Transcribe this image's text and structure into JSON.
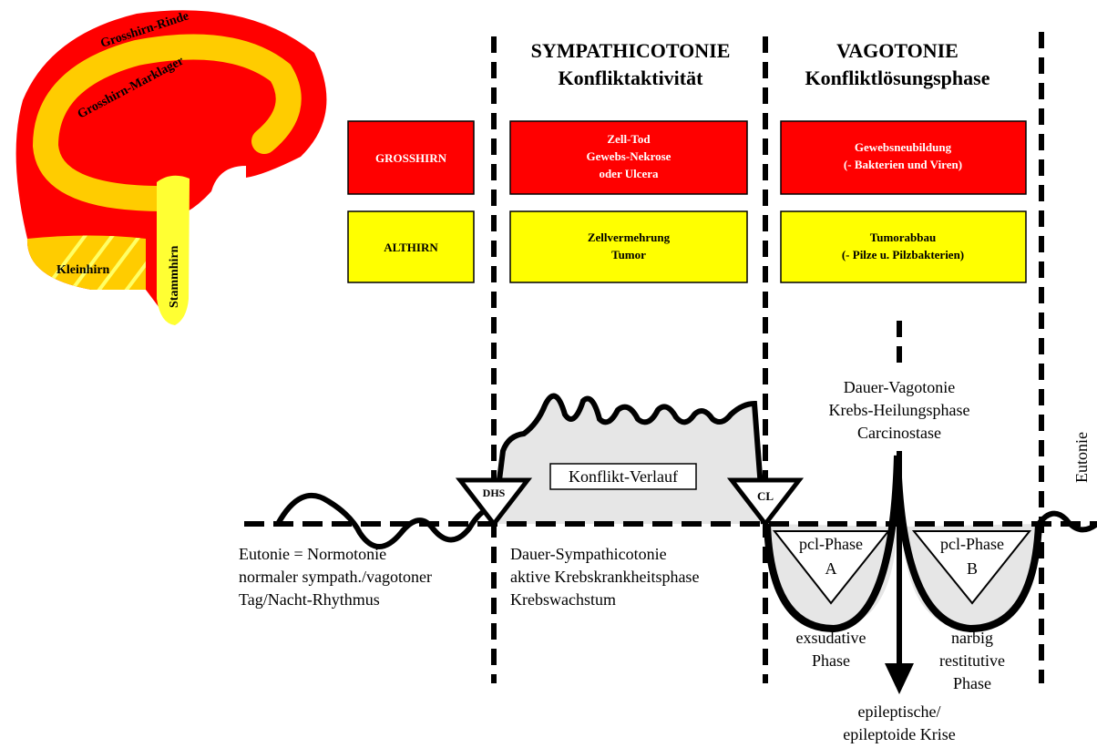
{
  "brain": {
    "label_cortex": "Grosshirn-Rinde",
    "label_medulla": "Grosshirn-Marklager",
    "label_cerebellum": "Kleinhirn",
    "label_brainstem": "Stammhirn",
    "colors": {
      "cortex": "#ff0000",
      "medulla": "#ffcc00",
      "brainstem": "#ffff33",
      "cerebellum": "#ffcc00"
    }
  },
  "headers": {
    "sympathicotonia_title": "SYMPATHICOTONIE",
    "sympathicotonia_sub": "Konfliktaktivität",
    "vagotonia_title": "VAGOTONIE",
    "vagotonia_sub": "Konfliktlösungsphase"
  },
  "rows": {
    "grosshirn": {
      "label": "GROSSHIRN",
      "col1": [
        "Zell-Tod",
        "Gewebs-Nekrose",
        "oder Ulcera"
      ],
      "col2": [
        "Gewebsneubildung",
        "(- Bakterien und Viren)"
      ],
      "color": "#ff0000",
      "text_color": "#ffffff"
    },
    "althirn": {
      "label": "ALTHIRN",
      "col1": [
        "Zellvermehrung",
        "Tumor"
      ],
      "col2": [
        "Tumorabbau",
        "(- Pilze u. Pilzbakterien)"
      ],
      "color": "#ffff00",
      "text_color": "#000000"
    }
  },
  "markers": {
    "dhs": "DHS",
    "cl": "CL"
  },
  "curve": {
    "conflict_label": "Konflikt-Verlauf",
    "pcl_a": [
      "pcl-Phase",
      "A"
    ],
    "pcl_b": [
      "pcl-Phase",
      "B"
    ]
  },
  "texts": {
    "eutonie_left": [
      "Eutonie = Normotonie",
      "normaler sympath./vagotoner",
      "Tag/Nacht-Rhythmus"
    ],
    "dauer_sympathicotonie": [
      "Dauer-Sympathicotonie",
      "aktive Krebskrankheitsphase",
      "Krebswachstum"
    ],
    "dauer_vagotonie": [
      "Dauer-Vagotonie",
      "Krebs-Heilungsphase",
      "Carcinostase"
    ],
    "exsudative": [
      "exsudative",
      "Phase"
    ],
    "narbig": [
      "narbig",
      "restitutive",
      "Phase"
    ],
    "krise": [
      "epileptische/",
      "epileptoide Krise"
    ],
    "eutonie_right": "Eutonie"
  }
}
